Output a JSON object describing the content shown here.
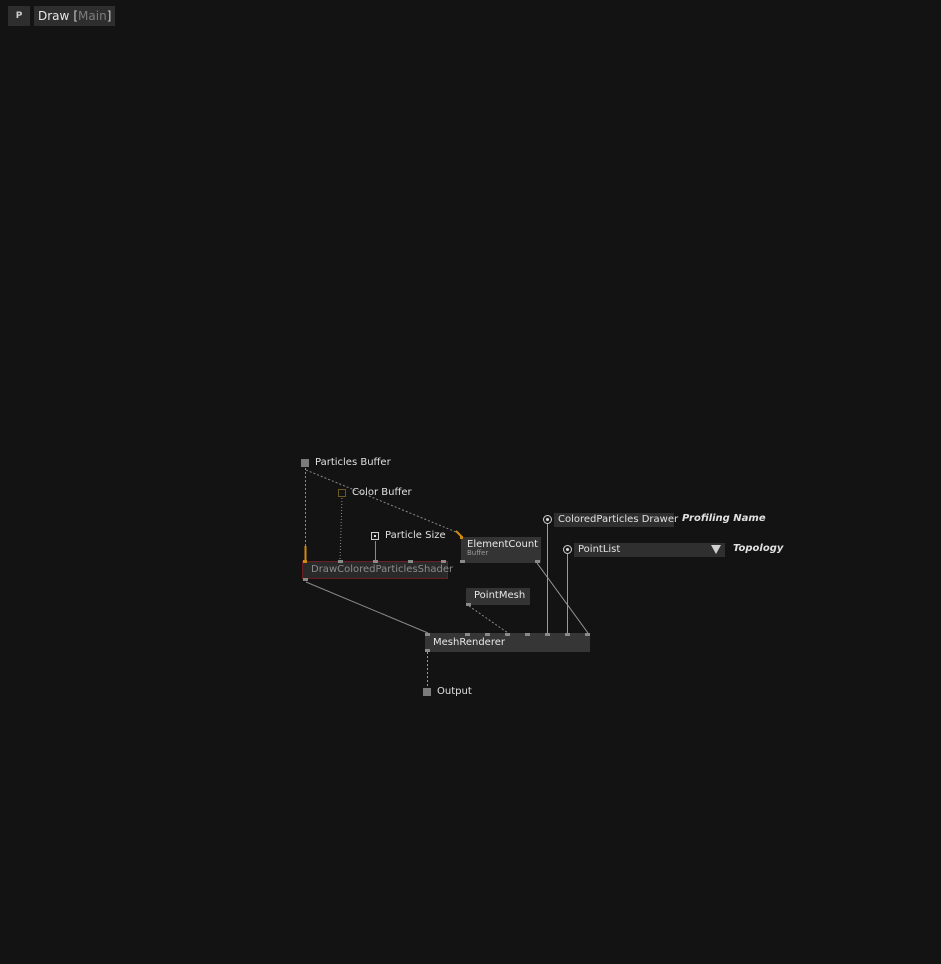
{
  "toolbar": {
    "p_label": "P",
    "title": "Draw",
    "bracket_open": "[",
    "bracket_name": "Main",
    "bracket_close": "]"
  },
  "patch": {
    "inputs": {
      "particles_buffer": "Particles Buffer",
      "color_buffer": "Color Buffer",
      "particle_size": "Particle Size"
    },
    "nodes": {
      "shader": "DrawColoredParticlesShader",
      "element_count": "ElementCount",
      "element_count_sub": "Buffer",
      "point_mesh": "PointMesh",
      "mesh_renderer": "MeshRenderer"
    },
    "pads": {
      "profiling_value": "ColoredParticles Drawer",
      "profiling_label": "Profiling Name",
      "topology_value": "PointList",
      "topology_label": "Topology"
    },
    "output": "Output"
  },
  "colors": {
    "background": "#131313",
    "node": "#323232",
    "accent_wire": "#d08a10",
    "shader_border": "#6a1e24"
  },
  "icons": {
    "enum_dropdown": "triangle-down-icon"
  }
}
